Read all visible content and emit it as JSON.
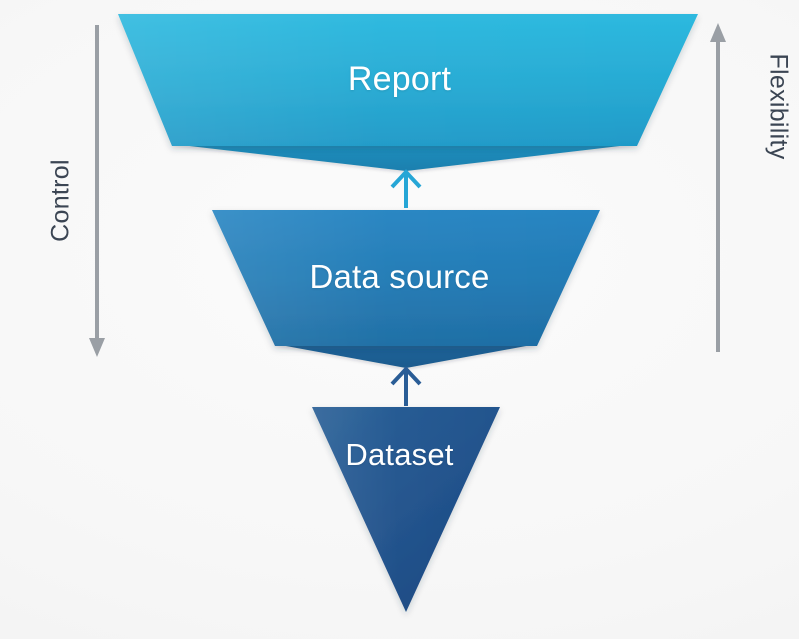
{
  "slide": {
    "background_color": "#f6f6f6",
    "title": ""
  },
  "diagram": {
    "type": "inverted-funnel",
    "orientation": "top-to-bottom-narrowing",
    "levels": [
      {
        "id": "report",
        "label": "Report",
        "shape": "trapezoid",
        "order": 1,
        "fill_top": "#2bb8de",
        "fill_bottom": "#1f9ac8",
        "shadow_fill": "#1b84b4"
      },
      {
        "id": "data-source",
        "label": "Data source",
        "shape": "trapezoid",
        "order": 2,
        "fill_top": "#2682be",
        "fill_bottom": "#1e6da4",
        "shadow_fill": "#1b5f92"
      },
      {
        "id": "dataset",
        "label": "Dataset",
        "shape": "triangle",
        "order": 3,
        "fill_top": "#23588f",
        "fill_bottom": "#1c4a85",
        "shadow_fill": "#1a4178"
      }
    ],
    "connectors": [
      {
        "id": "dataset-to-data-source",
        "direction": "up",
        "from": "dataset",
        "to": "data-source",
        "color": "#2a5d96"
      },
      {
        "id": "data-source-to-report",
        "direction": "up",
        "from": "data-source",
        "to": "report",
        "color": "#26a6d6"
      }
    ]
  },
  "axes": {
    "left": {
      "label": "Control",
      "direction": "down",
      "color": "#9a9fa5",
      "arrow_icon": "arrow-down-icon"
    },
    "right": {
      "label": "Flexibility",
      "direction": "up",
      "color": "#9a9fa5",
      "arrow_icon": "arrow-up-icon"
    }
  }
}
